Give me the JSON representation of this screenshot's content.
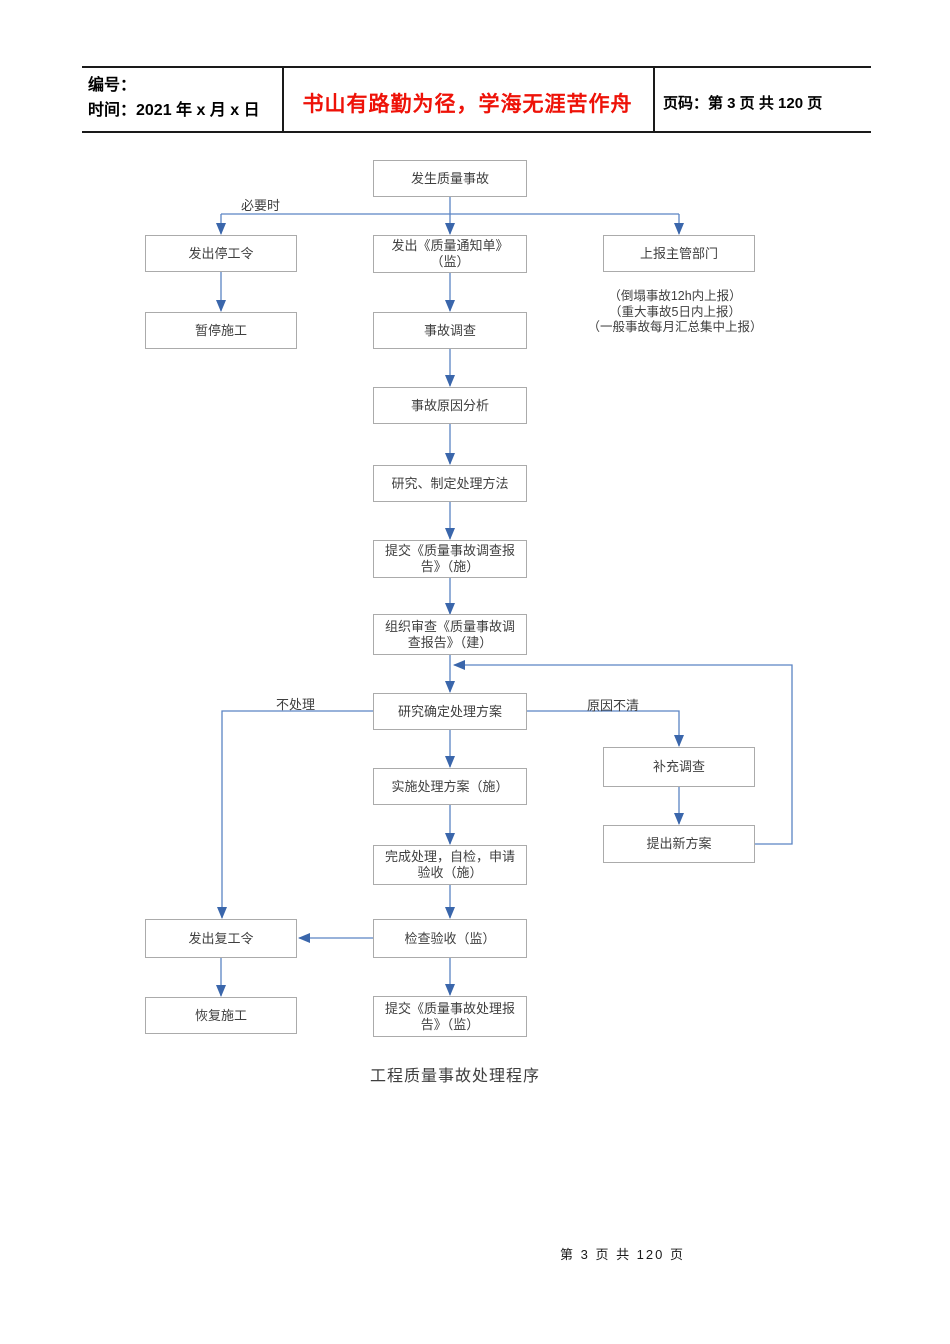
{
  "header": {
    "number_label": "编号：",
    "time_label": "时间：2021 年 x 月 x 日",
    "motto": "书山有路勤为径，学海无涯苦作舟",
    "page_label": "页码：第 3 页  共 120 页"
  },
  "flowchart": {
    "title": "工程质量事故处理程序",
    "nodes": {
      "start": {
        "label": "发生质量事故"
      },
      "stop_order": {
        "label": "发出停工令"
      },
      "notice": {
        "label": "发出《质量通知单》\n（监）"
      },
      "report_dept": {
        "label": "上报主管部门"
      },
      "suspend": {
        "label": "暂停施工"
      },
      "investigate": {
        "label": "事故调查"
      },
      "cause": {
        "label": "事故原因分析"
      },
      "method": {
        "label": "研究、制定处理方法"
      },
      "submit_invest": {
        "label": "提交《质量事故调查报\n告》（施）"
      },
      "review": {
        "label": "组织审查《质量事故调\n查报告》（建）"
      },
      "determine": {
        "label": "研究确定处理方案"
      },
      "implement": {
        "label": "实施处理方案（施）"
      },
      "supplement": {
        "label": "补充调查"
      },
      "complete": {
        "label": "完成处理，自检，申请\n验收（施）"
      },
      "new_plan": {
        "label": "提出新方案"
      },
      "resume_order": {
        "label": "发出复工令"
      },
      "inspect": {
        "label": "检查验收（监）"
      },
      "resume_constr": {
        "label": "恢复施工"
      },
      "submit_handle": {
        "label": "提交《质量事故处理报\n告》（监）"
      }
    },
    "edge_labels": {
      "necessary": "必要时",
      "no_handle": "不处理",
      "unclear": "原因不清"
    },
    "notes": [
      "（倒塌事故12h内上报）",
      "（重大事故5日内上报）",
      "（一般事故每月汇总集中上报）"
    ]
  },
  "footer": {
    "page_info": "第 3 页 共 120 页"
  },
  "colors": {
    "line_blue": "#5b84c4",
    "arrow_blue": "#3a66ab",
    "motto_red": "#ee1208",
    "box_border_gray": "#ababab",
    "text_gray": "#3f3f3f"
  }
}
